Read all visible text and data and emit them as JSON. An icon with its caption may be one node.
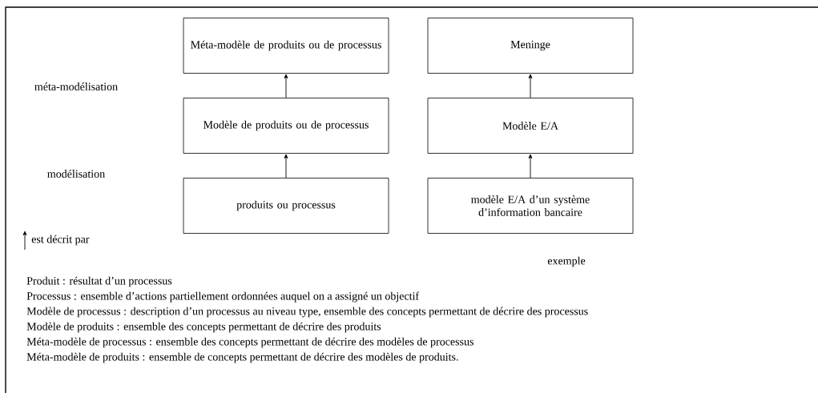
{
  "diagram": {
    "nodes": [
      {
        "text": [
          "Méta-modèle de produits ou de processus"
        ]
      },
      {
        "text": [
          "Modèle de produits ou de processus"
        ]
      },
      {
        "text": [
          "produits ou processus"
        ]
      },
      {
        "text": [
          "Meninge"
        ]
      },
      {
        "text": [
          "Modèle E/A"
        ]
      },
      {
        "text": [
          "modèle E/A d’un système d’information bancaire"
        ]
      }
    ],
    "edges": [
      {
        "from": 1,
        "to": 0,
        "arrow": "to"
      },
      {
        "from": 2,
        "to": 1,
        "arrow": "to"
      },
      {
        "from": 4,
        "to": 3,
        "arrow": "to"
      },
      {
        "from": 5,
        "to": 4,
        "arrow": "to"
      }
    ],
    "labels": [
      "méta-modélisation",
      "modélisation",
      "exemple",
      "Produit : résultat d’un processus",
      "Processus : ensemble d’actions partiellement ordonnées auquel on a assigné un objectif",
      "Modèle de processus : description d’un processus au niveau type, ensemble des concepts permettant de décrire des processus",
      "Modèle de produits : ensemble des concepts permettant de décrire des produits",
      "Méta-modèle de processus : ensemble des concepts permettant de décrire des modèles de processus",
      "Méta-modèle de produits : ensemble de concepts permettant de décrire des modèles de produits."
    ],
    "legend": [
      {
        "text": "est décrit par"
      }
    ]
  }
}
